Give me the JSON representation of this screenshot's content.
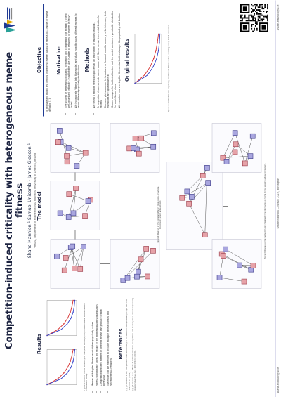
{
  "header": {
    "title": "Competition-induced criticality with heterogeneous meme fitness",
    "authors": "Shane Mannion ¹   Samuel Unicomb ¹   James Gleeson ¹",
    "affiliation": "¹MACSI, department of mathematics & statistics, University of Limerick, Ireland"
  },
  "objective": {
    "heading": "Objective",
    "text": "To analyse and model the effects of differing meme quality or fitness on a model of meme diffusion [1]."
  },
  "motivation": {
    "heading": "Motivation",
    "items": [
      "The system of meme broadcasting, forwarding and competition can exhibit a type of self-organised criticality, in which the size (number of retweets) of memes is heavy tailed.",
      "We incorporate 'fitness' into the model, and study how it causes different memes to reach different popularity distributions."
    ]
  },
  "methods": {
    "heading": "Methods",
    "items": [
      "We select a random selection process to an assortment of random network.",
      "A proportion of users create a new meme with fitness drawn from a distribution for fitness.",
      "One user picks a meme to broadcast or forward from its memory to its followers; their memories are updated with it.",
      "Memes compete for limited attention and the model produces a popularity distribution for each fitness class.",
      "We examine how varying the fitness distribution changes the popularity distribution."
    ]
  },
  "original_results": {
    "heading": "Original results",
    "caption": "Figure 1: CCDF of meme popularity for different fitness values, showing heavy-tailed behaviour."
  },
  "model": {
    "heading": "The model",
    "caption_top": "Figure 2: Diagram of the model at different times steps, showing a broadcasting event and a retweet.",
    "caption_bottom": "Figure 3: Diagram of the meme diffusion model with the distribution of meme fitness showing a forwarding event."
  },
  "results": {
    "heading": "Results",
    "caption": "Figure 4: CCDF of meme popularity for low (blue) and high (red) fitness classes, with simulation results and theory.",
    "items": [
      "Memes with higher fitness reach higher popularity values.",
      "Fitness significantly alters the shape of the meme popularity distribution.",
      "Competition between memes of different fitness can produce critical behaviour.",
      "The model can be extended to include multiple fitness classes and heterogeneous networks."
    ]
  },
  "references": {
    "heading": "References",
    "items": [
      "[1] J.P. Gleeson et al., Competition-induced criticality in a model of meme popularity, Phys. Rev. Lett. 112, 048701 (2014).",
      "[2] J.P. Gleeson et al., Effects of network structure, competition and memory time on social spreading phenomena, Phys. Rev. X 6, 021019 (2016)."
    ]
  },
  "footer": {
    "email": "shane.mannion@ul.ie",
    "email2": "shane.mannion@ul.ie",
    "event": "Shane Mannion — NetSci 2019, Burlington"
  },
  "colors": {
    "accent": "#1f3a93",
    "red_node": "#e6a2a8",
    "blue_node": "#a9a6df",
    "red_line": "#d62f2f",
    "blue_line": "#2f3fc8"
  },
  "chart_data": [
    {
      "type": "line",
      "title": "",
      "xlabel": "",
      "ylabel": "",
      "series": [
        {
          "values": [
            1,
            0.62,
            0.4,
            0.26,
            0.17,
            0.11,
            0.07
          ]
        },
        {
          "values": [
            1,
            0.5,
            0.28,
            0.14,
            0.07,
            0.03,
            0.01
          ]
        }
      ]
    }
  ]
}
